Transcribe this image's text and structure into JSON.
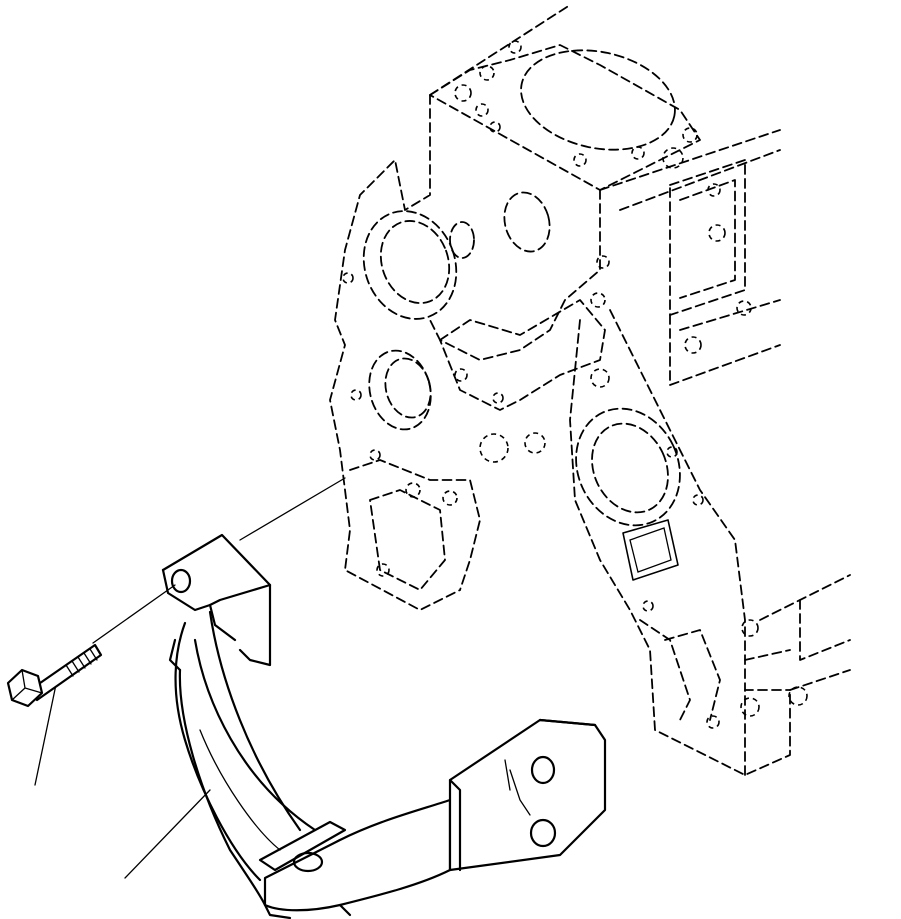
{
  "figure": {
    "background": "#ffffff",
    "line_color": "#000000",
    "parts": [
      "engine-block-outline",
      "mounting-bracket",
      "bolt"
    ]
  }
}
